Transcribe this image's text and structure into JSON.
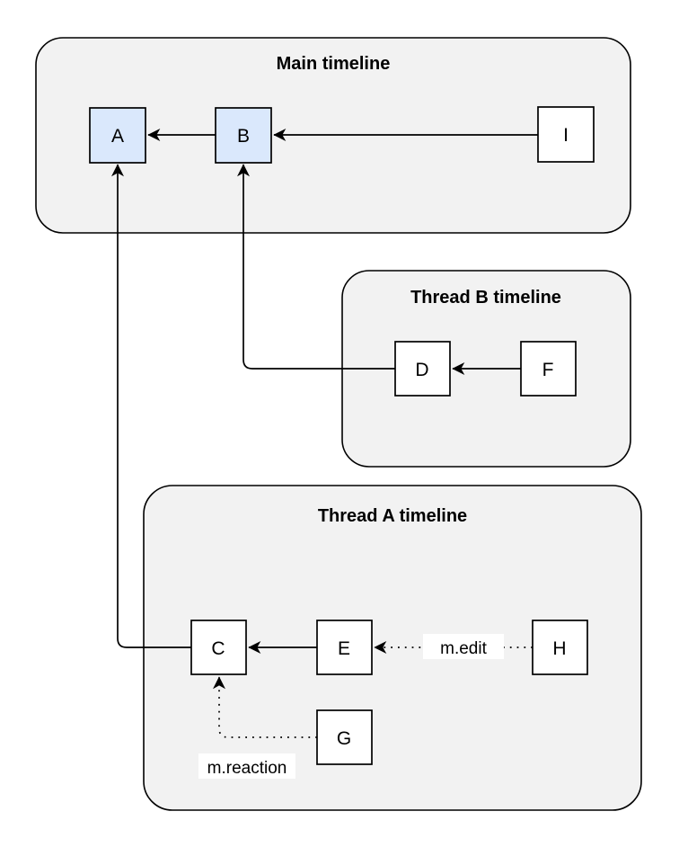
{
  "diagram": {
    "containers": [
      {
        "id": "main",
        "title": "Main timeline"
      },
      {
        "id": "thread_b",
        "title": "Thread B timeline"
      },
      {
        "id": "thread_a",
        "title": "Thread A timeline"
      }
    ],
    "nodes": {
      "a": "A",
      "b": "B",
      "c": "C",
      "d": "D",
      "e": "E",
      "f": "F",
      "g": "G",
      "h": "H",
      "i": "I"
    },
    "edges": [
      {
        "from": "I",
        "to": "B",
        "style": "solid",
        "label": ""
      },
      {
        "from": "B",
        "to": "A",
        "style": "solid",
        "label": ""
      },
      {
        "from": "F",
        "to": "D",
        "style": "solid",
        "label": ""
      },
      {
        "from": "D",
        "to": "B",
        "style": "solid",
        "label": ""
      },
      {
        "from": "E",
        "to": "C",
        "style": "solid",
        "label": ""
      },
      {
        "from": "C",
        "to": "A",
        "style": "solid",
        "label": ""
      },
      {
        "from": "H",
        "to": "E",
        "style": "dotted",
        "label": "m.edit"
      },
      {
        "from": "G",
        "to": "C",
        "style": "dotted",
        "label": "m.reaction"
      }
    ],
    "colors": {
      "canvas_bg": "#ffffff",
      "container_fill": "#f2f2f2",
      "container_border": "#000000",
      "node_fill": "#ffffff",
      "node_highlight_fill": "#dae8fc",
      "node_border": "#000000",
      "edge": "#000000",
      "label_bg": "#ffffff"
    }
  }
}
